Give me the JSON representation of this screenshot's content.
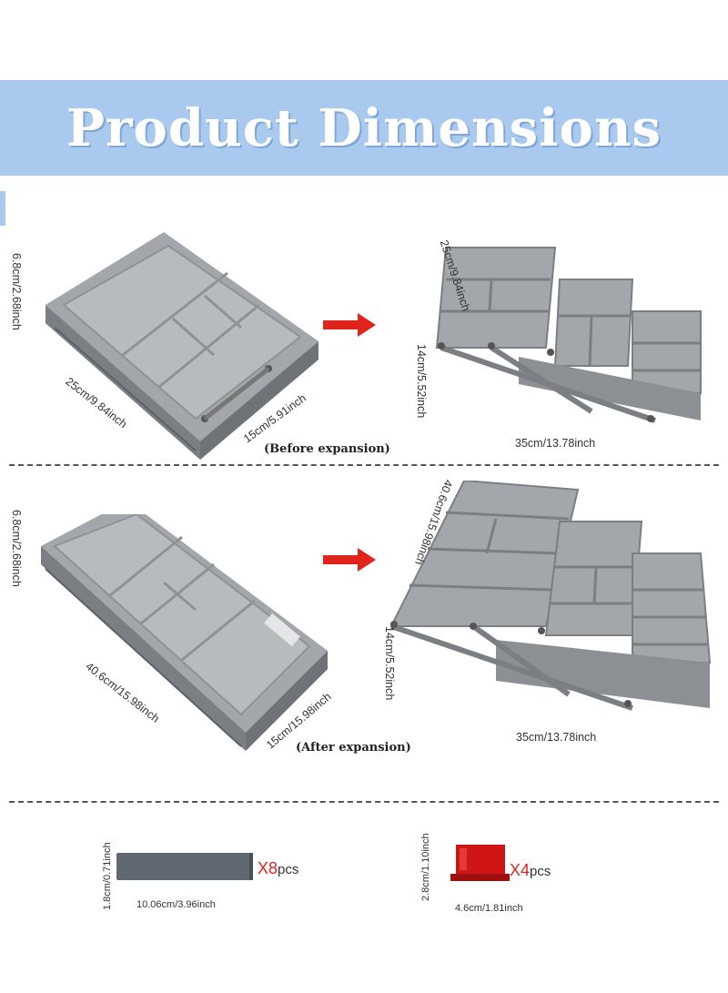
{
  "banner": {
    "title": "Product Dimensions",
    "color": "#a9c9ef"
  },
  "before": {
    "caption": "(Before expansion)",
    "closed": {
      "height": "6.8cm/2.68inch",
      "length": "25cm/9.84inch",
      "width": "15cm/5.91inch"
    },
    "open": {
      "depth": "25cm/9.84inch",
      "height": "14cm/5.52inch",
      "width": "35cm/13.78inch"
    }
  },
  "after": {
    "caption": "(After expansion)",
    "closed": {
      "height": "6.8cm/2.68inch",
      "length": "40.6cm/15.98inch",
      "width": "15cm/15.98inch"
    },
    "open": {
      "depth": "40.6cm/15.98inch",
      "height": "14cm/5.52inch",
      "width": "35cm/13.78inch"
    }
  },
  "accessories": {
    "long_divider": {
      "height": "1.8cm/0.71inch",
      "width": "10.06cm/3.96inch",
      "qty_x": "X8",
      "qty_unit": "pcs",
      "color": "#5f6770"
    },
    "clip": {
      "height": "2.8cm/1.10inch",
      "width": "4.6cm/1.81inch",
      "qty_x": "X4",
      "qty_unit": "pcs",
      "color": "#cf1515"
    }
  },
  "colors": {
    "tray": "#a3a6aa",
    "tray_dark": "#7b7f84",
    "arrow": "#e0241b"
  }
}
